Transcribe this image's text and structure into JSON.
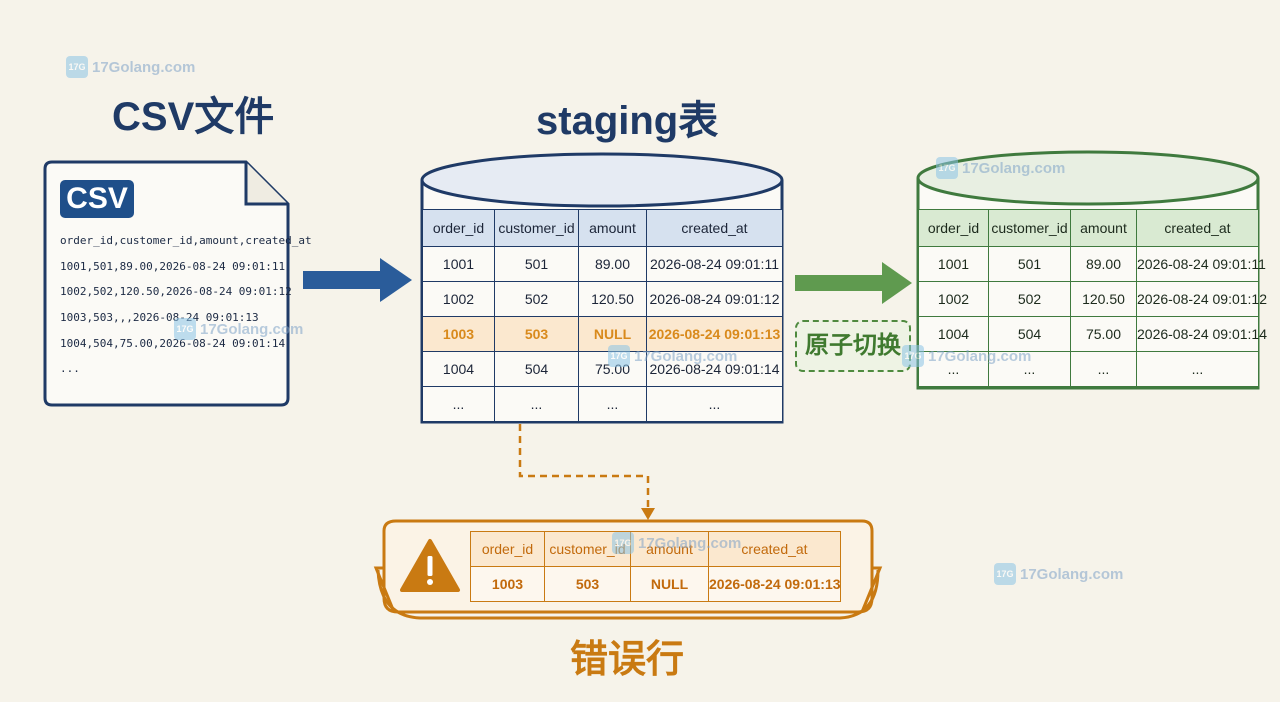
{
  "titles": {
    "csv_file": "CSV文件",
    "staging": "staging表",
    "error_rows": "错误行"
  },
  "csv": {
    "badge": "CSV",
    "lines": [
      "order_id,customer_id,amount,created_at",
      "1001,501,89.00,2026-08-24 09:01:11",
      "1002,502,120.50,2026-08-24 09:01:12",
      "1003,503,,,2026-08-24 09:01:13",
      "1004,504,75.00,2026-08-24 09:01:14",
      "..."
    ]
  },
  "staging_table": {
    "headers": [
      "order_id",
      "customer_id",
      "amount",
      "created_at"
    ],
    "rows": [
      [
        "1001",
        "501",
        "89.00",
        "2026-08-24 09:01:11"
      ],
      [
        "1002",
        "502",
        "120.50",
        "2026-08-24 09:01:12"
      ],
      [
        "1003",
        "503",
        "NULL",
        "2026-08-24 09:01:13"
      ],
      [
        "1004",
        "504",
        "75.00",
        "2026-08-24 09:01:14"
      ],
      [
        "...",
        "...",
        "...",
        "..."
      ]
    ],
    "highlight_row": 2
  },
  "final_table": {
    "headers": [
      "order_id",
      "customer_id",
      "amount",
      "created_at"
    ],
    "rows": [
      [
        "1001",
        "501",
        "89.00",
        "2026-08-24 09:01:11"
      ],
      [
        "1002",
        "502",
        "120.50",
        "2026-08-24 09:01:12"
      ],
      [
        "1004",
        "504",
        "75.00",
        "2026-08-24 09:01:14"
      ],
      [
        "...",
        "...",
        "...",
        "..."
      ]
    ]
  },
  "error_table": {
    "headers": [
      "order_id",
      "customer_id",
      "amount",
      "created_at"
    ],
    "rows": [
      [
        "1003",
        "503",
        "NULL",
        "2026-08-24 09:01:13"
      ]
    ]
  },
  "atomic_switch_label": "原子切换",
  "icons": {
    "warning": "warning-icon",
    "arrow_blue": "arrow-right-icon",
    "arrow_green": "arrow-right-icon",
    "arrow_dashed": "arrow-down-icon"
  },
  "colors": {
    "navy": "#1f3a66",
    "blue_arrow": "#2a5c9a",
    "green": "#4f8a3f",
    "orange": "#c97a12",
    "highlight": "#fbe8cf",
    "background": "#f6f3ea"
  },
  "watermark": {
    "text": "17Golang.com",
    "icon_text": "17G"
  }
}
